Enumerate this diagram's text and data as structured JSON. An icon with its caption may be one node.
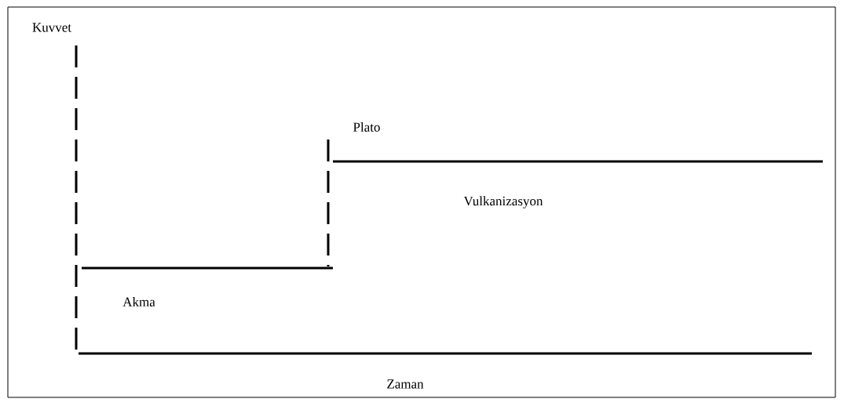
{
  "diagram": {
    "labels": [
      "Kuvvet",
      "Plato",
      "Vulkanizasyon",
      "Akma",
      "Zaman"
    ]
  }
}
